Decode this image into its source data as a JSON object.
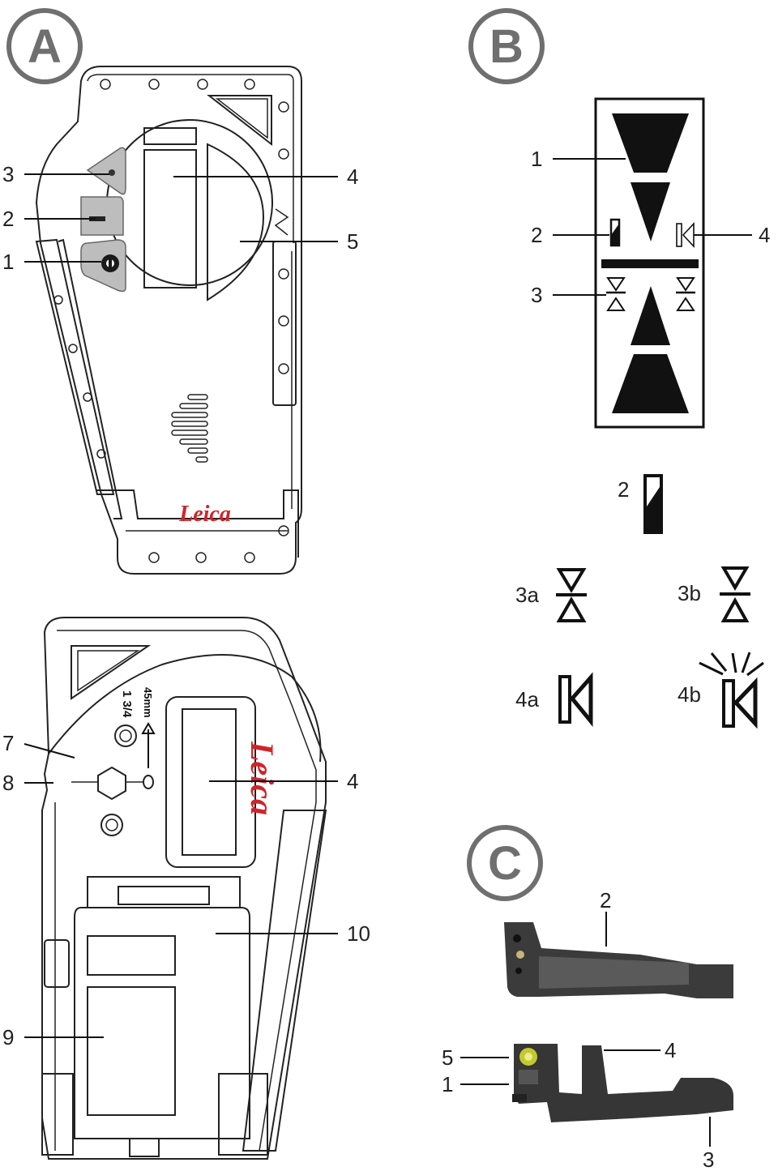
{
  "sections": {
    "a": "A",
    "b": "B",
    "c": "C"
  },
  "brand": "Leica",
  "measure": {
    "mm": "45mm",
    "inch": "1 3/4"
  },
  "labels_a_front": [
    "3",
    "2",
    "1",
    "4",
    "5"
  ],
  "labels_a_back": [
    "7",
    "8",
    "4",
    "10",
    "9"
  ],
  "labels_b_display": [
    "1",
    "2",
    "3",
    "4"
  ],
  "labels_b_symbols": [
    "2",
    "3a",
    "3b",
    "4a",
    "4b"
  ],
  "labels_c": [
    "2",
    "5",
    "1",
    "4",
    "3"
  ]
}
